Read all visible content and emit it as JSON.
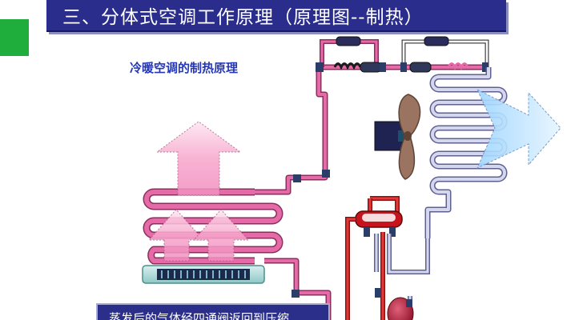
{
  "slide": {
    "title": "三、分体式空调工作原理（原理图--制热）",
    "subtitle": "冷暖空调的制热原理",
    "caption": "蒸发后的气体经四通阀返回到压缩"
  },
  "colors": {
    "title_bg": "#2a2d8c",
    "accent_green": "#1fae3c",
    "hot_pipe": "#e0559c",
    "cold_pipe": "#c9cce6",
    "refrigerant_red": "#d22020",
    "subtitle_blue": "#2437b8"
  }
}
